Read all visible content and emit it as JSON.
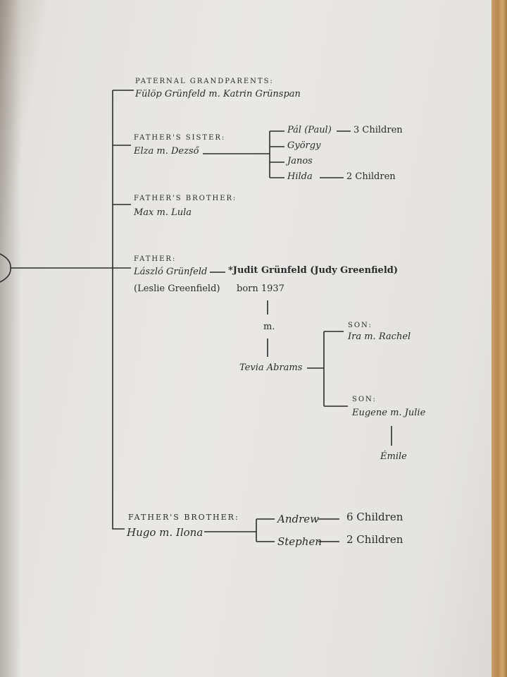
{
  "paternal_grandparents": {
    "heading": "Paternal Grandparents:",
    "names": "Fülöp Grünfeld m. Katrin Grünspan"
  },
  "fathers_sister": {
    "heading": "Father's Sister:",
    "names": "Elza m. Dezső",
    "children": [
      {
        "name": "Pál (Paul)",
        "note": "3 Children"
      },
      {
        "name": "György"
      },
      {
        "name": "Janos"
      },
      {
        "name": "Hilda",
        "note": "2 Children"
      }
    ]
  },
  "fathers_brother_max": {
    "heading": "Father's Brother:",
    "names": "Max m. Lula"
  },
  "father": {
    "heading": "Father:",
    "name": "László Grünfeld",
    "alt_name": "(Leslie Greenfield)"
  },
  "subject": {
    "name": "*Judit Grünfeld (Judy Greenfield)",
    "born": "born 1937"
  },
  "marriage_label": "m.",
  "spouse": "Tevia Abrams",
  "sons": [
    {
      "heading": "Son:",
      "names": "Ira m. Rachel"
    },
    {
      "heading": "Son:",
      "names": "Eugene m. Julie",
      "child": "Émile"
    }
  ],
  "fathers_brother_hugo": {
    "heading": "Father's Brother:",
    "names": "Hugo m. Ilona",
    "children": [
      {
        "name": "Andrew",
        "note": "6 Children"
      },
      {
        "name": "Stephen",
        "note": "2 Children"
      }
    ]
  }
}
